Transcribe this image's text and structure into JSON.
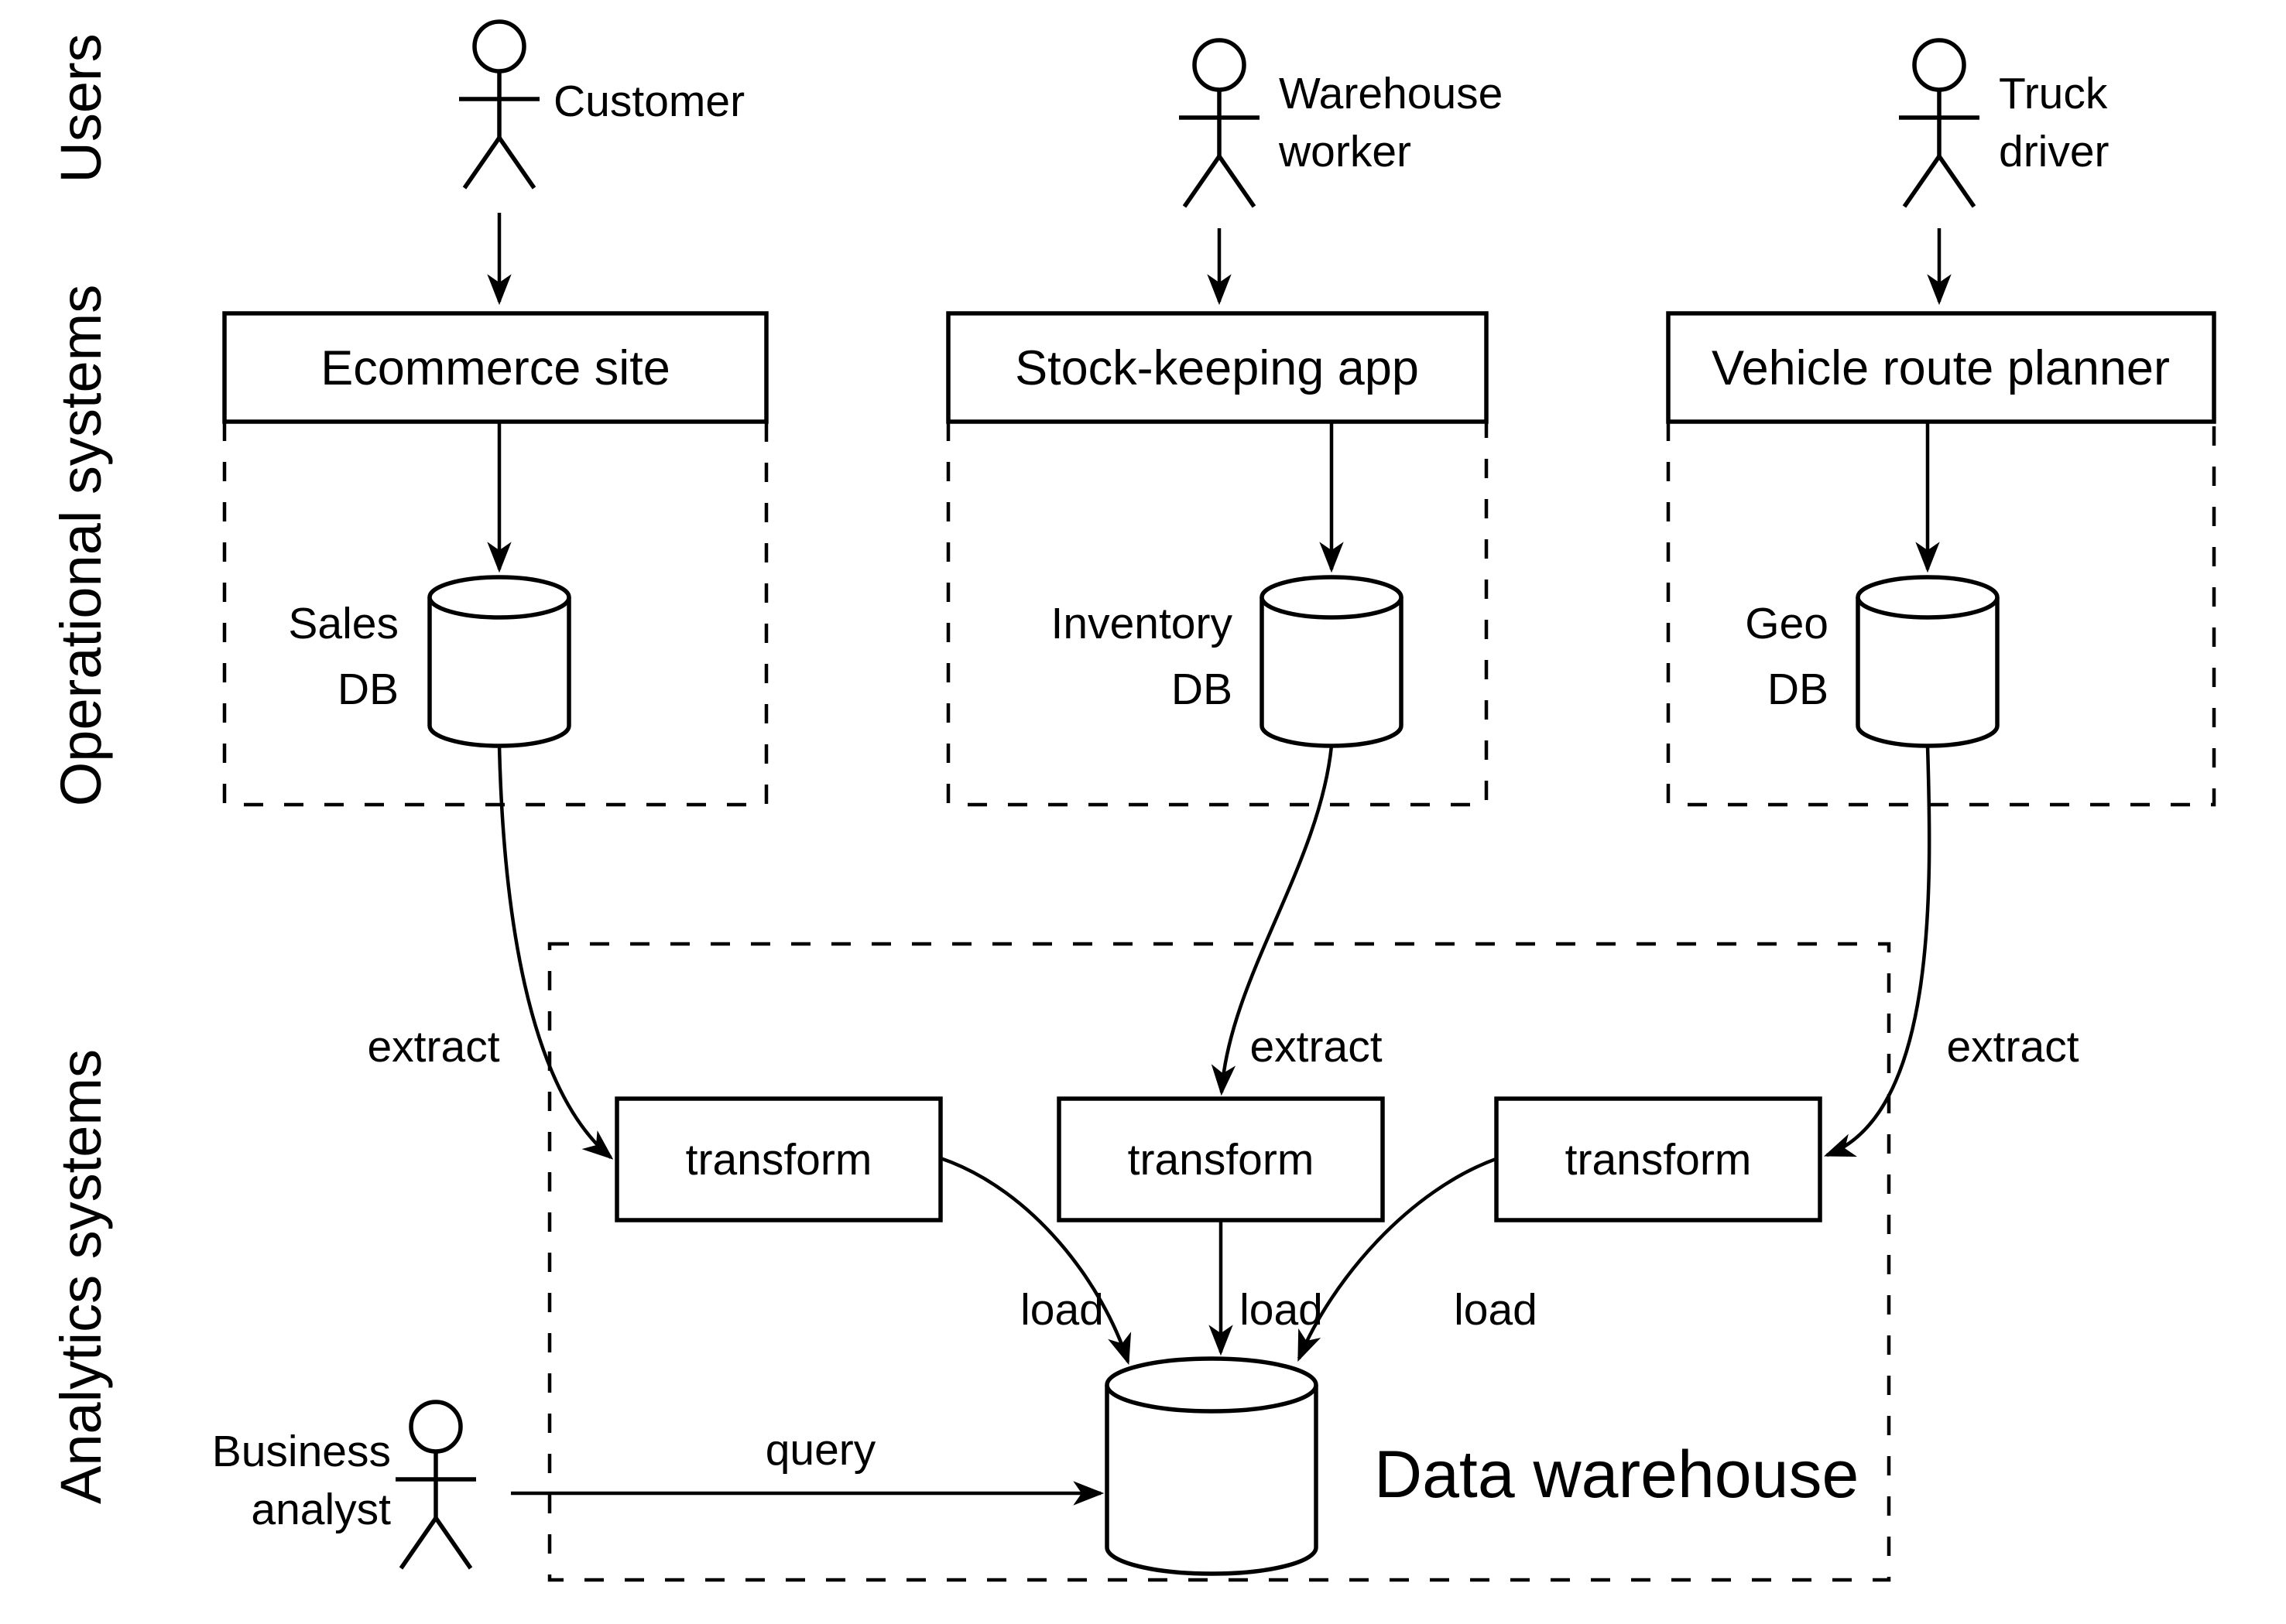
{
  "sections": {
    "users": "Users",
    "operational": "Operational systems",
    "analytics": "Analytics systems"
  },
  "actors": {
    "customer": {
      "lines": [
        "Customer"
      ]
    },
    "warehouse_worker": {
      "lines": [
        "Warehouse",
        "worker"
      ]
    },
    "truck_driver": {
      "lines": [
        "Truck",
        "driver"
      ]
    },
    "business_analyst": {
      "lines": [
        "Business",
        "analyst"
      ]
    }
  },
  "apps": {
    "ecommerce": "Ecommerce site",
    "stock_keeping": "Stock-keeping app",
    "route_planner": "Vehicle route planner"
  },
  "databases": {
    "sales": {
      "lines": [
        "Sales",
        "DB"
      ]
    },
    "inventory": {
      "lines": [
        "Inventory",
        "DB"
      ]
    },
    "geo": {
      "lines": [
        "Geo",
        "DB"
      ]
    }
  },
  "flows": {
    "extract": "extract",
    "transform": "transform",
    "load": "load",
    "query": "query"
  },
  "warehouse": {
    "label": "Data warehouse"
  },
  "colors": {
    "ink": "#000000",
    "background": "#ffffff"
  }
}
